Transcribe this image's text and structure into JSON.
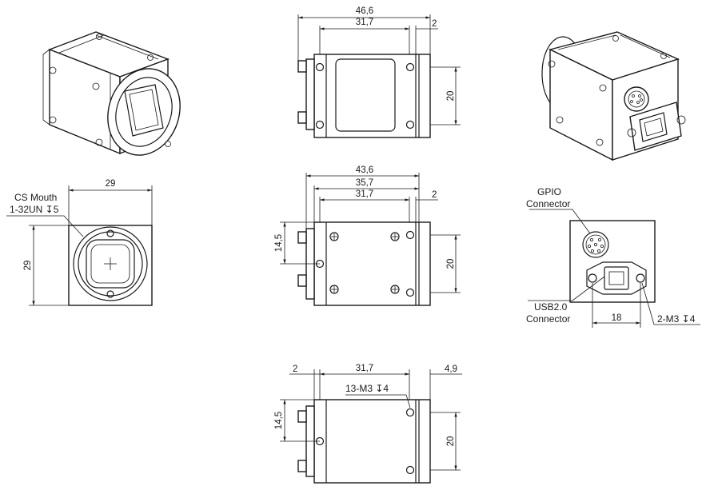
{
  "dimensions": {
    "side_top": {
      "overall": "46,6",
      "body": "31,7",
      "flange": "2",
      "hole_spacing": "20"
    },
    "front": {
      "width": "29",
      "height": "29"
    },
    "side_mid": {
      "overall": "43,6",
      "mid": "35,7",
      "body": "31,7",
      "flange": "2",
      "lens_height": "14,5",
      "hole_spacing": "20"
    },
    "back": {
      "hole_spacing": "18"
    },
    "bottom": {
      "flange": "2",
      "body": "31,7",
      "offset": "4,9",
      "lens_height": "14,5",
      "hole_spacing": "20"
    }
  },
  "labels": {
    "cs_mouth": "CS Mouth",
    "cs_thread": "1-32UN ↧5",
    "gpio_line1": "GPIO",
    "gpio_line2": "Connector",
    "usb_line1": "USB2.0",
    "usb_line2": "Connector",
    "back_thread": "2-M3 ↧4",
    "bottom_thread": "13-M3 ↧4"
  }
}
